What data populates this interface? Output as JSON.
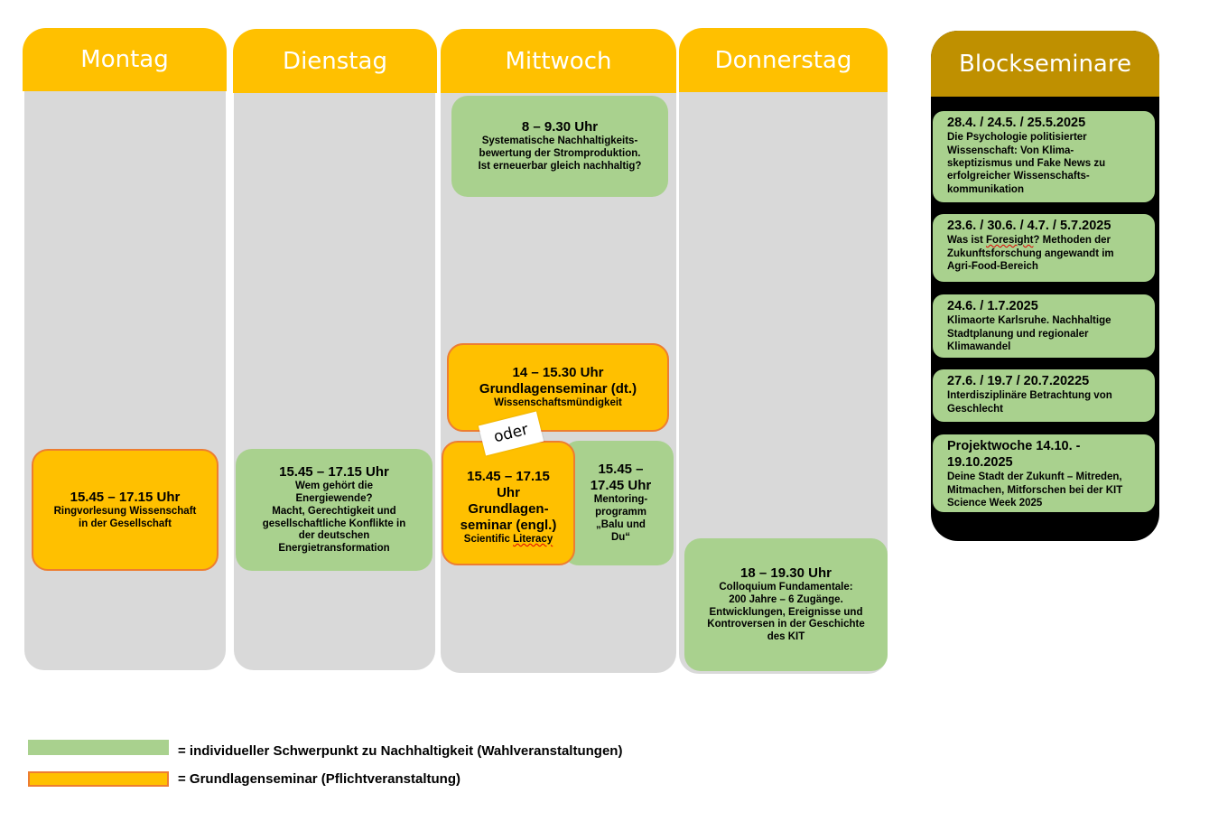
{
  "days": {
    "mon": "Montag",
    "tue": "Dienstag",
    "wed": "Mittwoch",
    "thu": "Donnerstag"
  },
  "events": {
    "mon1": {
      "time": "15.45 – 17.15 Uhr",
      "l1": "Ringvorlesung Wissenschaft",
      "l2": "in der Gesellschaft"
    },
    "tue1": {
      "time": "15.45 – 17.15 Uhr",
      "l1": "Wem gehört die",
      "l2": "Energiewende?",
      "l3": "Macht, Gerechtigkeit und",
      "l4": "gesellschaftliche Konflikte in",
      "l5": "der deutschen",
      "l6": "Energietransformation"
    },
    "wed1": {
      "time": "8 – 9.30 Uhr",
      "l1": "Systematische Nachhaltigkeits-",
      "l2": "bewertung der Stromproduktion.",
      "l3": "Ist erneuerbar gleich nachhaltig?"
    },
    "wed2": {
      "time": "14 – 15.30 Uhr",
      "title": "Grundlagenseminar (dt.)",
      "sub": "Wissenschaftsmündigkeit"
    },
    "wed3": {
      "t1": "15.45 – 17.15",
      "t2": "Uhr",
      "t3": "Grundlagen-",
      "t4": "seminar (engl.)",
      "sub_a": "Scientific ",
      "sub_b": "Literacy"
    },
    "wed4": {
      "t1": "15.45 –",
      "t2": "17.45 Uhr",
      "l1": "Mentoring-",
      "l2": "programm",
      "l3": "„Balu und",
      "l4": "Du“"
    },
    "thu1": {
      "time": "18 – 19.30 Uhr",
      "l1": "Colloquium Fundamentale:",
      "l2": "200 Jahre – 6 Zugänge.",
      "l3": "Entwicklungen, Ereignisse und",
      "l4": "Kontroversen in der Geschichte",
      "l5": "des KIT"
    }
  },
  "oder": "oder",
  "block": {
    "title": "Blockseminare",
    "items": [
      {
        "date": "28.4. / 24.5. / 25.5.2025",
        "l1": "Die Psychologie politisierter",
        "l2": "Wissenschaft: Von Klima-",
        "l3": "skeptizismus und Fake News zu",
        "l4": "erfolgreicher Wissenschafts-",
        "l5": "kommunikation"
      },
      {
        "date": "23.6. / 30.6. / 4.7. / 5.7.2025",
        "l1a": "Was ist ",
        "l1b": "Foresight",
        "l1c": "? Methoden der",
        "l2": "Zukunftsforschung angewandt im",
        "l3": "Agri-Food-Bereich"
      },
      {
        "date": "24.6. / 1.7.2025",
        "l1": "Klimaorte Karlsruhe. Nachhaltige",
        "l2": "Stadtplanung und regionaler",
        "l3": "Klimawandel"
      },
      {
        "date": "27.6. / 19.7 / 20.7.20225",
        "l1": "Interdisziplinäre Betrachtung von",
        "l2": "Geschlecht"
      },
      {
        "d1": "Projektwoche 14.10. -",
        "d2": "19.10.2025",
        "l1": "Deine Stadt der Zukunft – Mitreden,",
        "l2": "Mitmachen, Mitforschen bei der KIT",
        "l3": "Science Week 2025"
      }
    ]
  },
  "legend": {
    "green": "= individueller Schwerpunkt zu Nachhaltigkeit (Wahlveranstaltungen)",
    "orange": "= Grundlagenseminar (Pflichtveranstaltung)"
  },
  "colors": {
    "header": "#ffc000",
    "column": "#d9d9d9",
    "green": "#a9d18e",
    "orange": "#ffc000",
    "orange_border": "#ed7d31",
    "block_header": "#bf9000",
    "block_bg": "#000000"
  }
}
